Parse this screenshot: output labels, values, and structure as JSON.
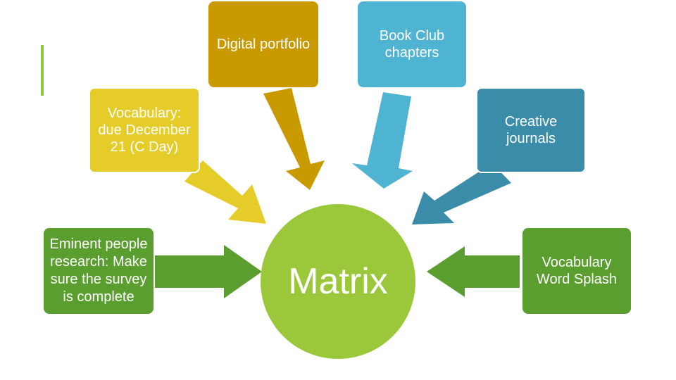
{
  "center": {
    "label": "Matrix",
    "color": "#9bc83a"
  },
  "nodes": {
    "digital_portfolio": {
      "label": "Digital portfolio",
      "color": "#c99a00"
    },
    "book_club": {
      "label": "Book Club chapters",
      "color": "#4fb3d2"
    },
    "vocabulary_due": {
      "label": "Vocabulary: due December 21 (C Day)",
      "color": "#e5cc28"
    },
    "creative_journals": {
      "label": "Creative journals",
      "color": "#3a8ca8"
    },
    "eminent_people": {
      "label": "Eminent people research: Make sure the survey is complete",
      "color": "#5a9e2f"
    },
    "word_splash": {
      "label": "Vocabulary Word Splash",
      "color": "#5a9e2f"
    }
  }
}
